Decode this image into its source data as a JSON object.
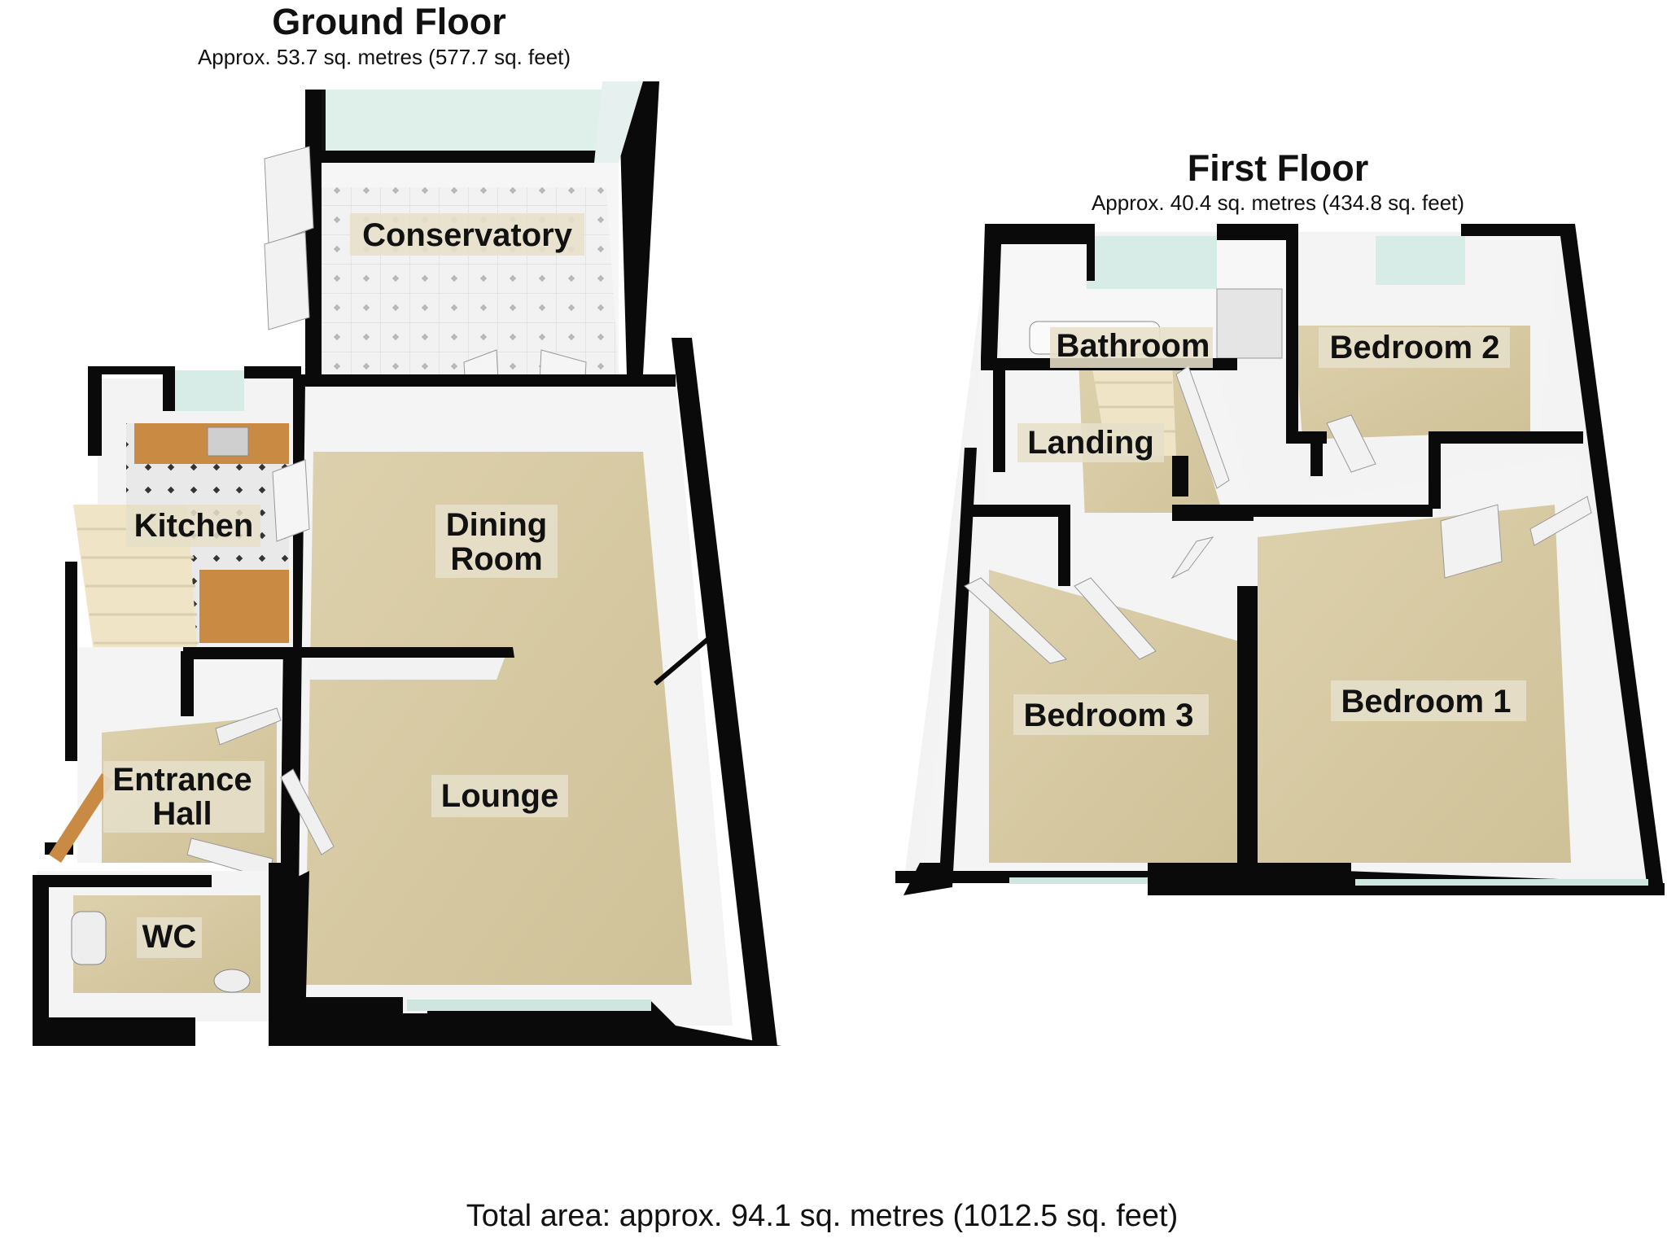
{
  "ground_floor": {
    "title": "Ground Floor",
    "area": "Approx. 53.7 sq. metres (577.7 sq. feet)",
    "rooms": {
      "conservatory": "Conservatory",
      "kitchen": "Kitchen",
      "dining_room_1": "Dining",
      "dining_room_2": "Room",
      "lounge": "Lounge",
      "entrance_hall_1": "Entrance",
      "entrance_hall_2": "Hall",
      "wc": "WC"
    }
  },
  "first_floor": {
    "title": "First Floor",
    "area": "Approx. 40.4 sq. metres (434.8 sq. feet)",
    "rooms": {
      "bathroom": "Bathroom",
      "bedroom_2": "Bedroom 2",
      "landing": "Landing",
      "bedroom_3": "Bedroom 3",
      "bedroom_1": "Bedroom 1"
    }
  },
  "total_area": "Total area: approx. 94.1 sq. metres (1012.5 sq. feet)",
  "colors": {
    "carpet": "#d8cba4",
    "wall_top": "#0a0a0a",
    "wall_face": "#f4f4f4",
    "glass": "#cfe6e0",
    "tile": "#eeeeee",
    "wood": "#c98a44",
    "label_bg": "#e6dfc9"
  }
}
